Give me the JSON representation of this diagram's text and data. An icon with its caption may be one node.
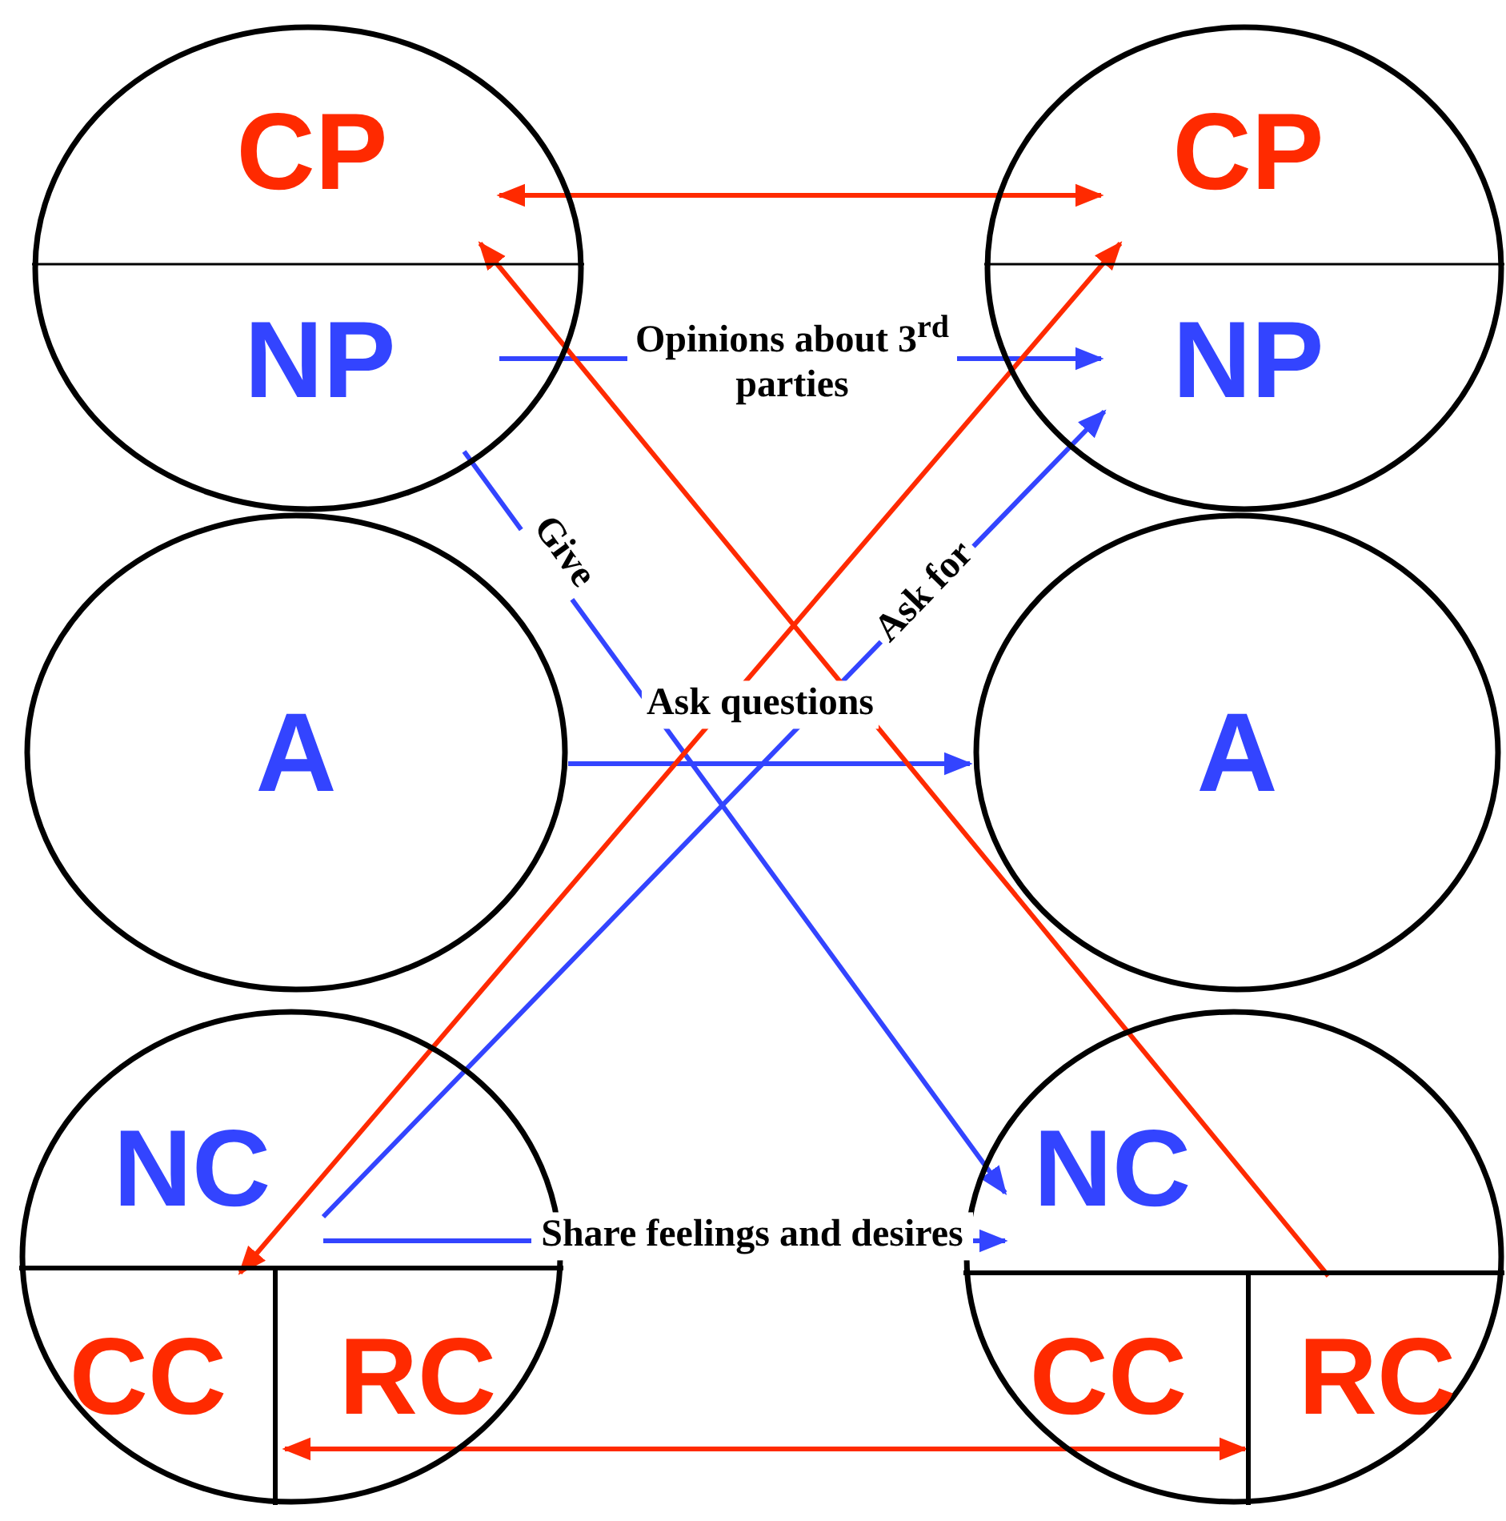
{
  "diagram": {
    "nodes": [
      {
        "text": [],
        "shape": "circle"
      },
      {
        "text": [
          "CP"
        ],
        "in": 0
      },
      {
        "text": [
          "NP"
        ],
        "in": 0
      },
      {
        "text": [
          "A"
        ]
      },
      {
        "text": [],
        "shape": "circle"
      },
      {
        "text": [
          "NC"
        ],
        "in": 4
      },
      {
        "text": [
          "CC"
        ],
        "in": 4
      },
      {
        "text": [
          "RC"
        ],
        "in": 4
      },
      {
        "text": [],
        "shape": "circle"
      },
      {
        "text": [
          "CP"
        ],
        "in": 8
      },
      {
        "text": [
          "NP"
        ],
        "in": 8
      },
      {
        "text": [
          "A"
        ]
      },
      {
        "text": [],
        "shape": "circle"
      },
      {
        "text": [
          "NC"
        ],
        "in": 12
      },
      {
        "text": [
          "CC"
        ],
        "in": 12
      },
      {
        "text": [
          "RC"
        ],
        "in": 12
      }
    ],
    "edges": [
      {
        "from": 1,
        "to": 9,
        "arrow": "both",
        "color": "#ff2a00"
      },
      {
        "from": 2,
        "to": 10,
        "arrow": "to",
        "label": "Opinions about 3$^{rd}$ parties"
      },
      {
        "from": 2,
        "to": 13,
        "arrow": "to",
        "label": "Give"
      },
      {
        "from": 5,
        "to": 10,
        "arrow": "to",
        "label": "Ask for"
      },
      {
        "from": 3,
        "to": 11,
        "arrow": "to",
        "label": "Ask questions"
      },
      {
        "from": 5,
        "to": 13,
        "arrow": "to",
        "label": "Share feelings and desires"
      },
      {
        "from": 15,
        "to": 1,
        "arrow": "to",
        "color": "#ff2a00"
      },
      {
        "from": 9,
        "to": 6,
        "arrow": "both",
        "color": "#ff2a00"
      },
      {
        "from": 7,
        "to": 14,
        "arrow": "both",
        "color": "#ff2a00"
      }
    ]
  }
}
